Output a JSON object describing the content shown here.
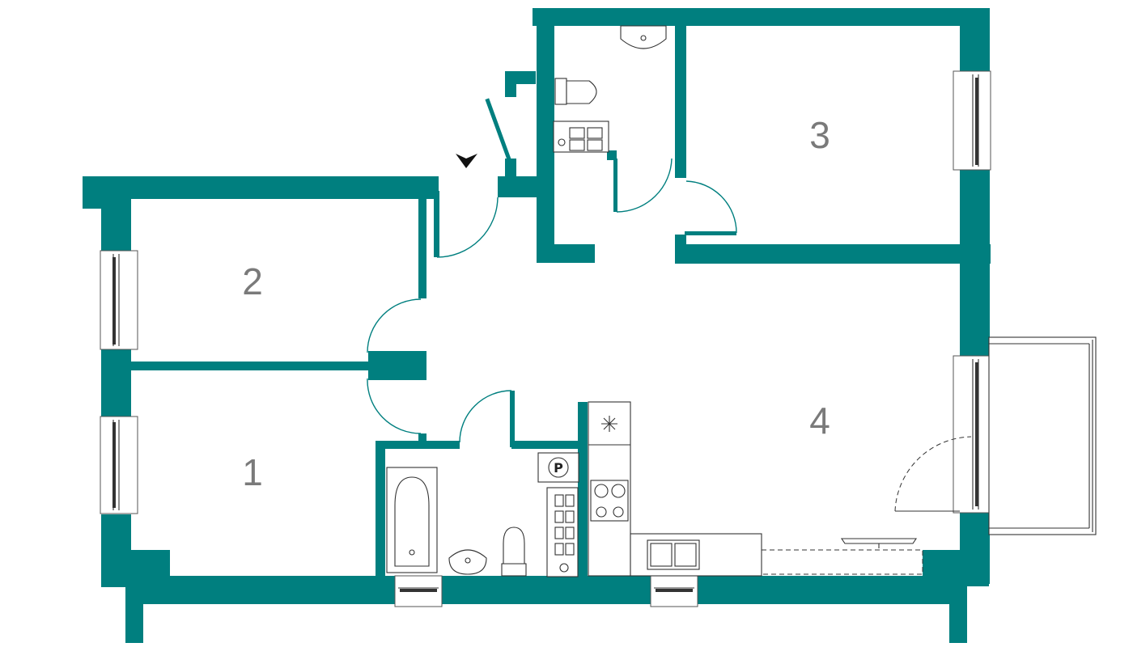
{
  "colors": {
    "wall": "#007f7f",
    "room_label": "#7a7a7a",
    "background": "#ffffff"
  },
  "rooms": [
    {
      "id": "room-1",
      "label": "1"
    },
    {
      "id": "room-2",
      "label": "2"
    },
    {
      "id": "room-3",
      "label": "3"
    },
    {
      "id": "room-4",
      "label": "4"
    }
  ],
  "utility": {
    "meter_label": "P",
    "entrance_icon": "entrance-arrow-icon",
    "extractor_icon": "ventilation-asterisk-icon"
  }
}
